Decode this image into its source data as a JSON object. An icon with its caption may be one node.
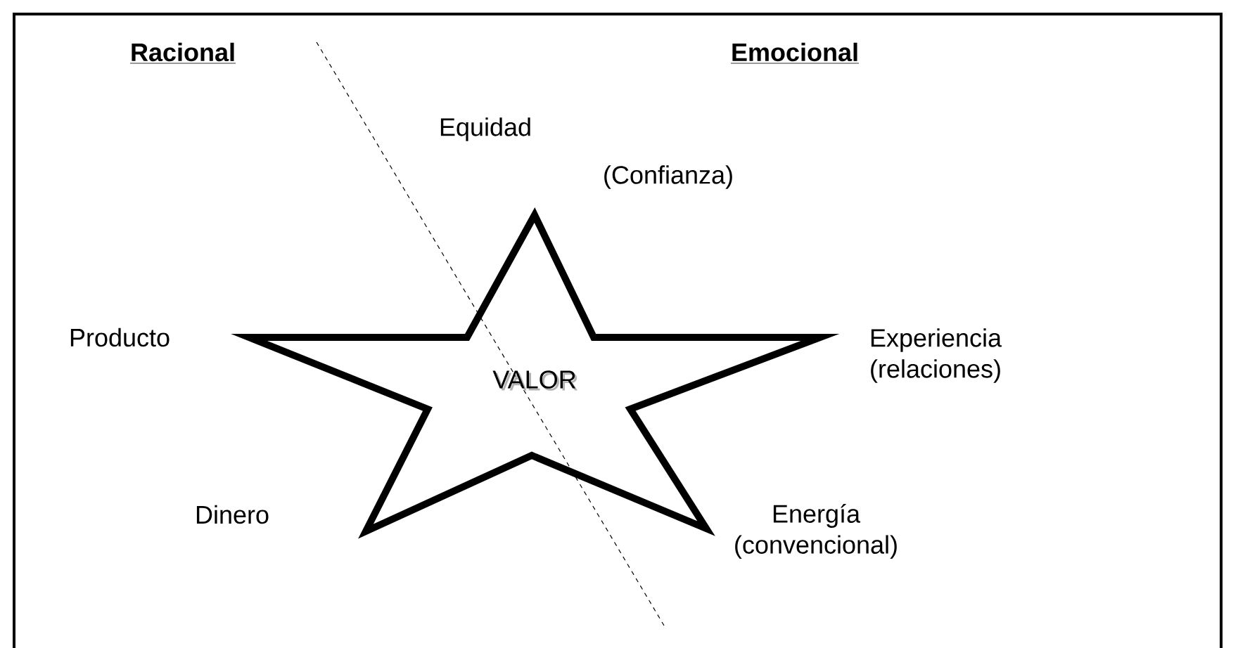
{
  "diagram": {
    "nodes": [
      {
        "text": [
          "VALOR"
        ]
      }
    ],
    "labels": [
      "Racional",
      "Emocional",
      "Equidad",
      "(Confianza)",
      "Producto",
      "Experiencia (relaciones)",
      "Dinero",
      "Energía (convencional)"
    ]
  }
}
